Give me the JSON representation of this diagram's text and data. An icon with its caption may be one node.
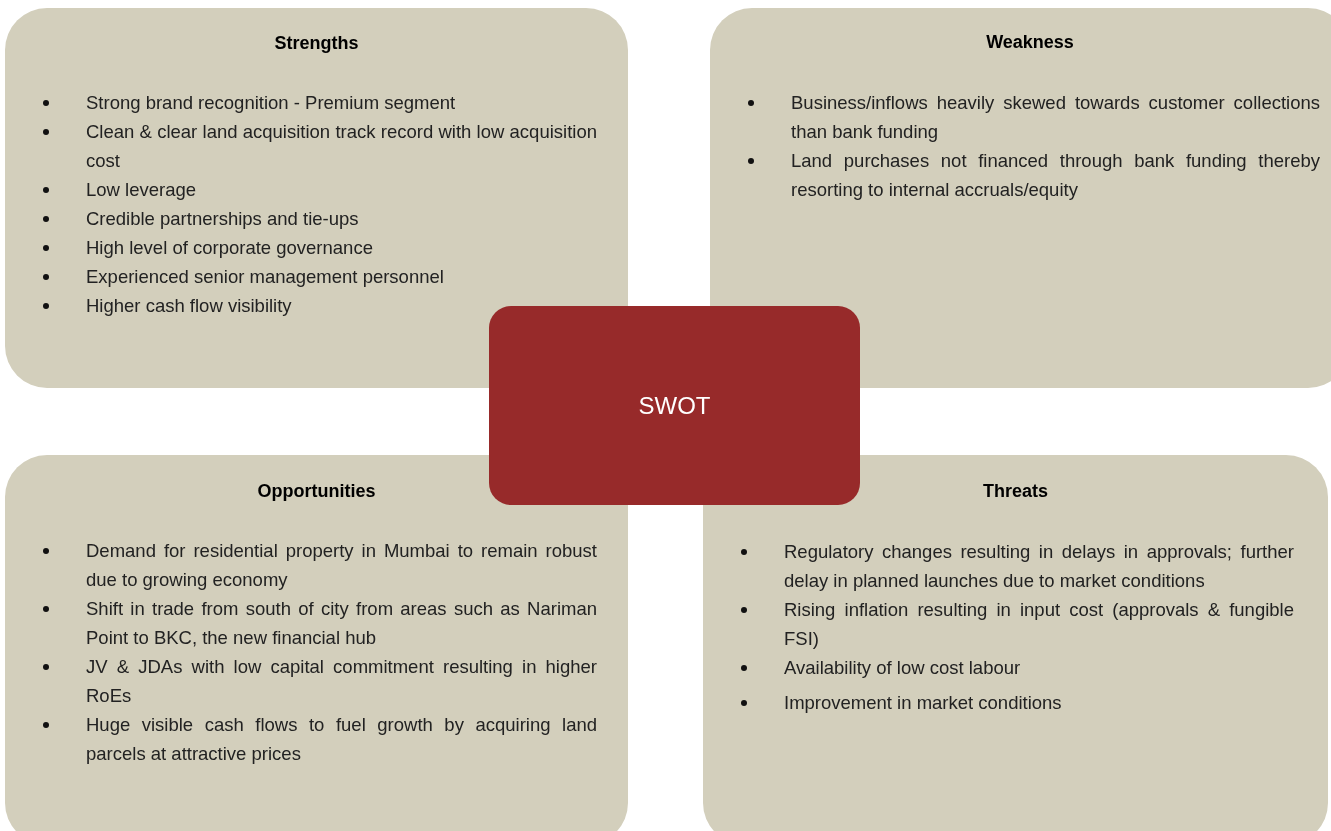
{
  "diagram": {
    "nodes": [
      {
        "text": [
          "Strengths",
          "Strong brand recognition - Premium segment",
          "Clean & clear land acquisition track record with low acquisition cost",
          "Low leverage",
          "Credible partnerships and tie-ups",
          "High level of corporate governance",
          "Experienced senior management personnel",
          "Higher cash flow visibility"
        ]
      },
      {
        "text": [
          "Weakness",
          "Business/inflows heavily skewed towards customer collections than bank funding",
          "Land purchases not financed through bank funding thereby resorting to internal accruals/equity"
        ]
      },
      {
        "text": [
          "Opportunities",
          "Demand for residential property in Mumbai to remain robust due to growing economy",
          "Shift in trade from south of city from areas such as Nariman Point to BKC, the new financial hub",
          "JV & JDAs with low capital commitment resulting in higher RoEs",
          "Huge visible cash flows to fuel growth by acquiring land parcels at attractive prices"
        ]
      },
      {
        "text": [
          "Threats",
          "Regulatory changes resulting in delays in approvals; further delay in planned launches due to market conditions",
          "Rising inflation resulting in input cost (approvals & fungible FSI)",
          "Availability of low cost labour",
          "Improvement in market conditions"
        ]
      },
      {
        "text": [
          "SWOT"
        ]
      }
    ]
  }
}
